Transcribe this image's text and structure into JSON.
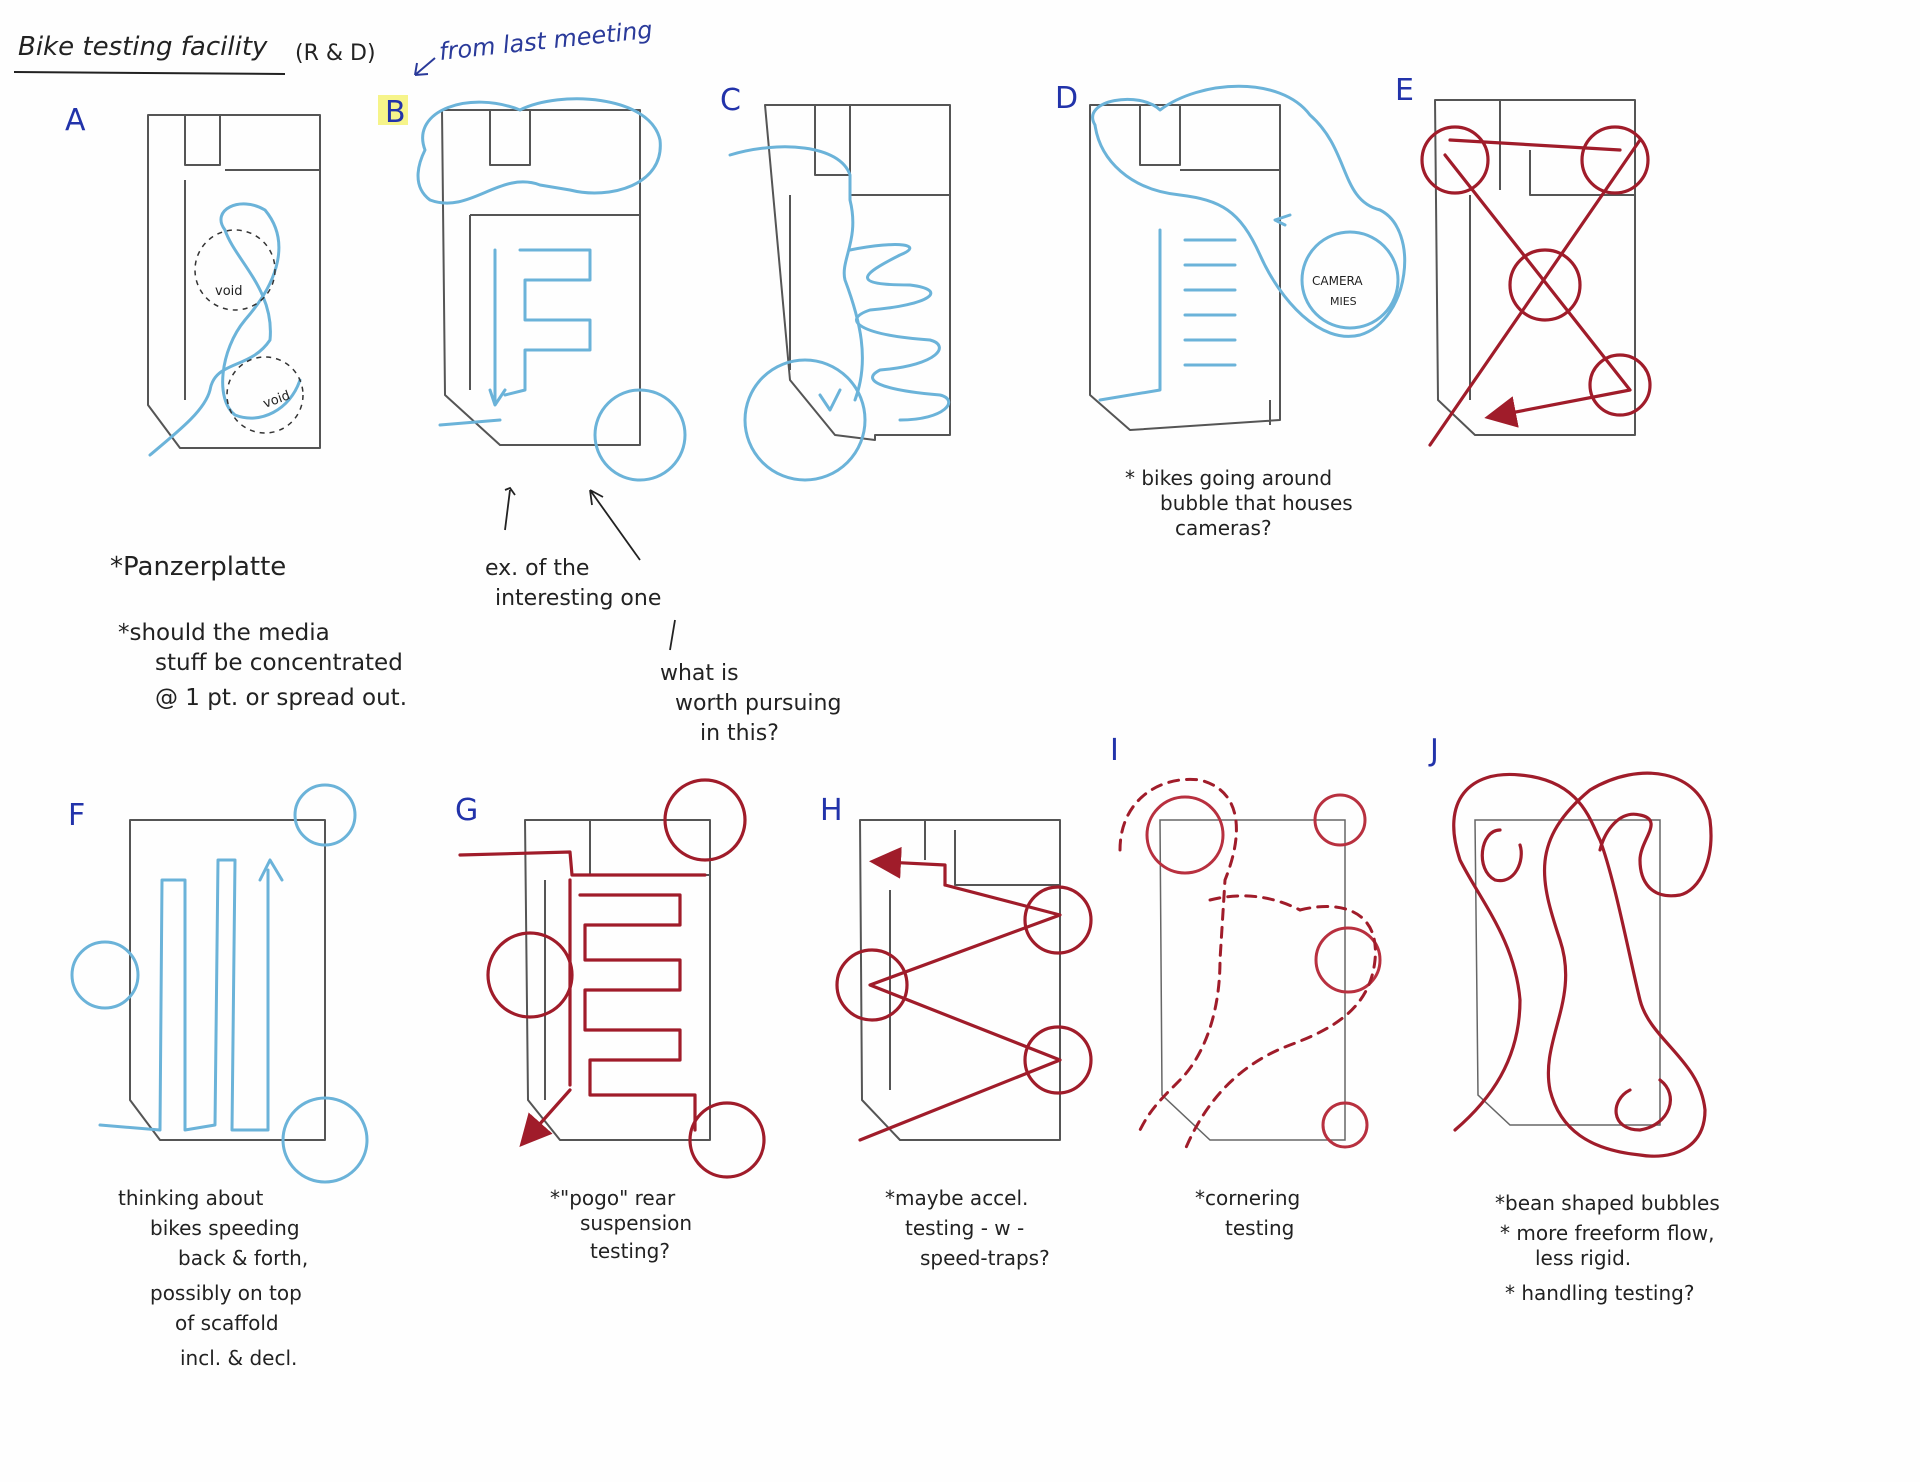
{
  "title": "Bike testing facility",
  "title_suffix": "(R & D)",
  "from_last_meeting": "from last meeting",
  "panels": {
    "A": {
      "label": "A",
      "notes": [
        "*Panzerplatte",
        "*should the media",
        "stuff be concentrated",
        "@ 1 pt. or spread out."
      ],
      "void_labels": [
        "void",
        "void"
      ]
    },
    "B": {
      "label": "B",
      "notes": [
        "ex. of the",
        "interesting one",
        "what is",
        "worth pursuing",
        "in this?"
      ]
    },
    "C": {
      "label": "C"
    },
    "D": {
      "label": "D",
      "bubble_label": [
        "CAMERA",
        "MIES"
      ],
      "notes": [
        "* bikes going around",
        "bubble that houses",
        "cameras?"
      ]
    },
    "E": {
      "label": "E"
    },
    "F": {
      "label": "F",
      "notes": [
        "thinking about",
        "bikes speeding",
        "back & forth,",
        "possibly on top",
        "of scaffold",
        "incl. & decl."
      ]
    },
    "G": {
      "label": "G",
      "notes": [
        "*\"pogo\" rear",
        "suspension",
        "testing?"
      ]
    },
    "H": {
      "label": "H",
      "notes": [
        "*maybe accel.",
        "testing - w -",
        "speed-traps?"
      ]
    },
    "I": {
      "label": "I",
      "notes": [
        "*cornering",
        "testing"
      ]
    },
    "J": {
      "label": "J",
      "notes": [
        "*bean shaped bubbles",
        "* more freeform flow,",
        "less rigid.",
        "* handling testing?"
      ]
    }
  },
  "colors": {
    "pencil": "#555555",
    "blue_pencil": "#6bb3d9",
    "red_marker": "#a01c2a",
    "label_ink": "#2233aa"
  }
}
